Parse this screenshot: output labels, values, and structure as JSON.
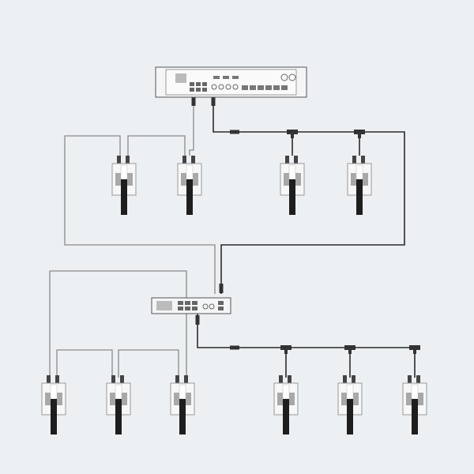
{
  "colors": {
    "background": "#edf0f3",
    "device_fill": "#f4f5f6",
    "device_stroke": "#555555",
    "gray_cable": "#8a8a8a",
    "black_cable": "#2a2a2a",
    "mic_body": "#1e1e1e",
    "mic_pad": "#a8a8a8"
  },
  "devices": {
    "main_unit": {
      "icon": "rack-processor-icon"
    },
    "hub": {
      "icon": "extension-hub-icon"
    },
    "upper_daisy_mics": {
      "icon": "gooseneck-mic-icon",
      "cable": "gray"
    },
    "upper_chain_mics": {
      "icon": "gooseneck-mic-icon",
      "cable": "black"
    },
    "lower_daisy_mics": {
      "icon": "gooseneck-mic-icon",
      "cable": "gray"
    },
    "lower_chain_mics": {
      "icon": "gooseneck-mic-icon",
      "cable": "black"
    }
  }
}
